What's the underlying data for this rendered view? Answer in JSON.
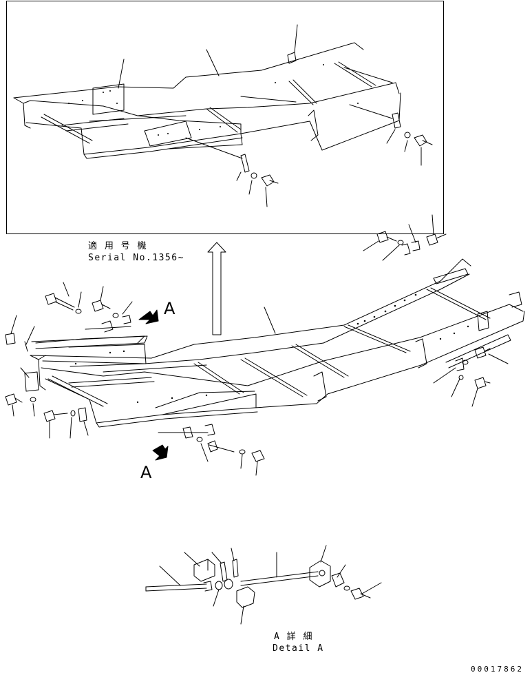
{
  "applicable_serial": {
    "jp": "適 用 号 機",
    "en": "Serial No.1356~"
  },
  "view_marker": "A",
  "detail_label": {
    "jp": "A 詳 細",
    "en": "Detail A"
  },
  "drawing_number": "00017862"
}
